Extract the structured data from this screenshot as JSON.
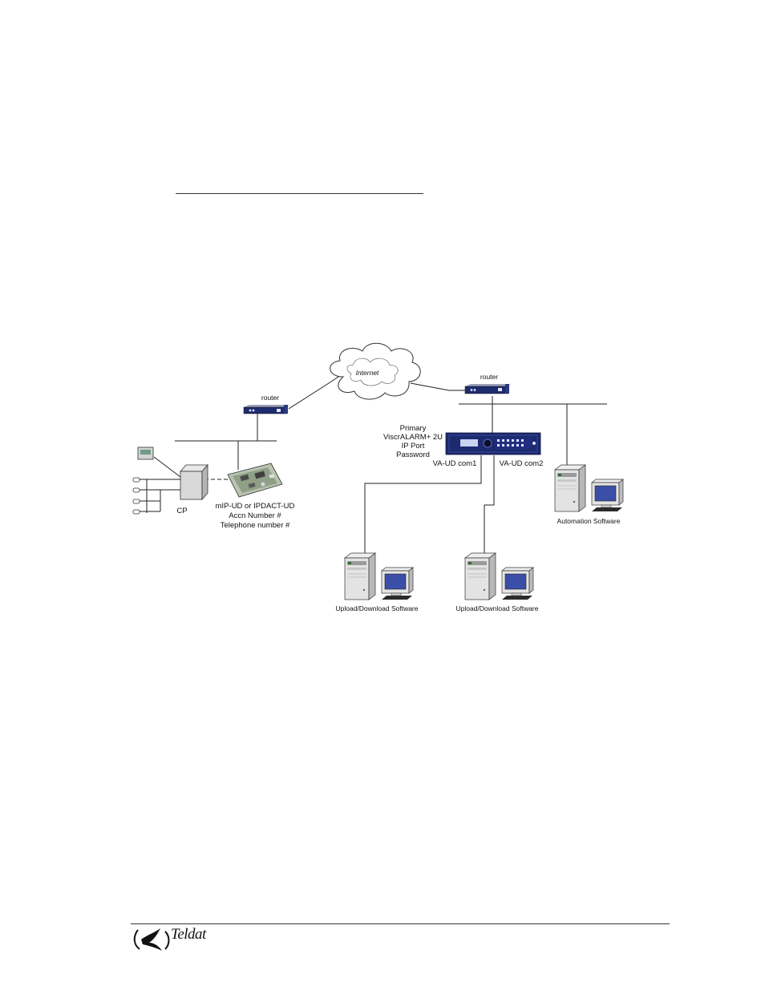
{
  "diagram": {
    "cloud_label": "Internet",
    "router_left_label": "router",
    "router_right_label": "router",
    "receiver_lines": [
      "Primary",
      "ViscrALARM+ 2U",
      "IP Port",
      "Password"
    ],
    "com1_label": "VA-UD com1",
    "com2_label": "VA-UD com2",
    "cp_label": "CP",
    "module_lines": [
      "mIP-UD or IPDACT-UD",
      "Accn Number #",
      "Telephone number #"
    ],
    "automation_label": "Automation Software",
    "upload1_label": "Upload/Download Software",
    "upload2_label": "Upload/Download Software"
  },
  "footer": {
    "brand": "Teldat"
  },
  "colors": {
    "router_body": "#1e2b6e",
    "receiver_body": "#1c2a70",
    "monitor_screen": "#3b4fa8",
    "cloud_outline": "#333333"
  }
}
